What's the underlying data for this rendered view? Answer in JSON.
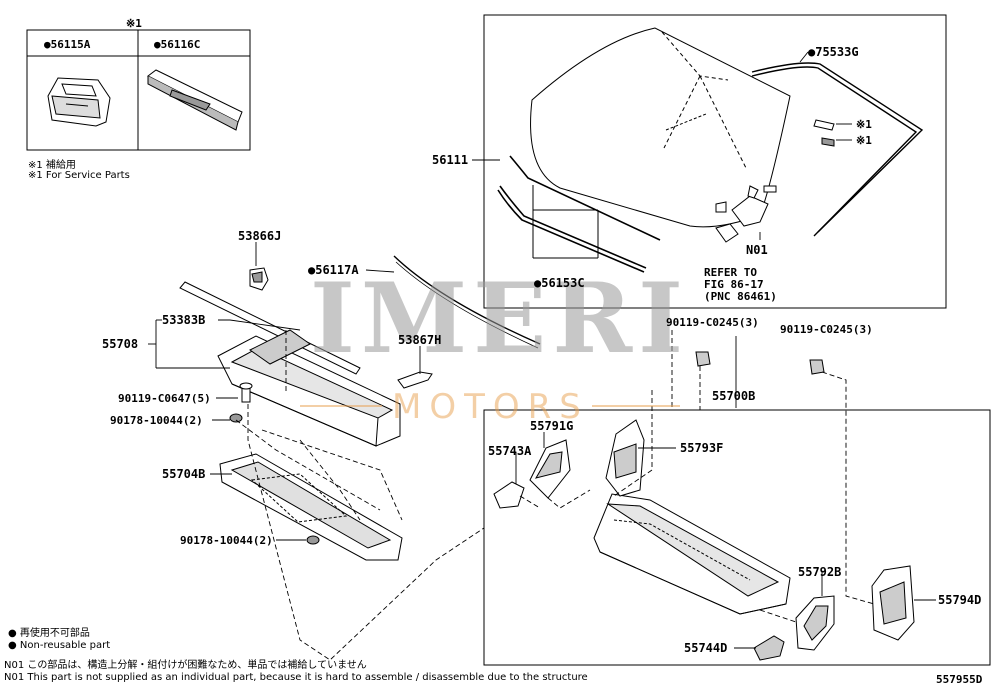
{
  "watermark": {
    "brand": "IMERI",
    "sub": "MOTORS"
  },
  "inset": {
    "marker": "※1",
    "col1": "●56115A",
    "col2": "●56116C",
    "note_jp": "※1 補給用",
    "note_en": "※1 For Service Parts"
  },
  "parts": {
    "p56111": "56111",
    "p75533G": "●75533G",
    "mark1a": "※1",
    "mark1b": "※1",
    "pN01": "N01",
    "p56153C": "●56153C",
    "refer1": "REFER TO",
    "refer2": "FIG 86-17",
    "refer3": "(PNC 86461)",
    "p53866J": "53866J",
    "p56117A": "●56117A",
    "p53383B": "53383B",
    "p55708": "55708",
    "p53867H": "53867H",
    "p90119_C0647": "90119-C0647(5)",
    "p90178_a": "90178-10044(2)",
    "p55704B": "55704B",
    "p90178_b": "90178-10044(2)",
    "p90119_C0245a": "90119-C0245(3)",
    "p90119_C0245b": "90119-C0245(3)",
    "p55700B": "55700B",
    "p55791G": "55791G",
    "p55743A": "55743A",
    "p55793F": "55793F",
    "p55792B": "55792B",
    "p55794D": "55794D",
    "p55744D": "55744D"
  },
  "legend": {
    "l1": "● 再使用不可部品",
    "l2": "● Non-reusable part",
    "l3": "N01 この部品は、構造上分解・組付けが困難なため、単品では補給していません",
    "l4": "N01 This part is not supplied as an individual part, because it is hard to assemble / disassemble due to the structure"
  },
  "figure_code": "557955D"
}
